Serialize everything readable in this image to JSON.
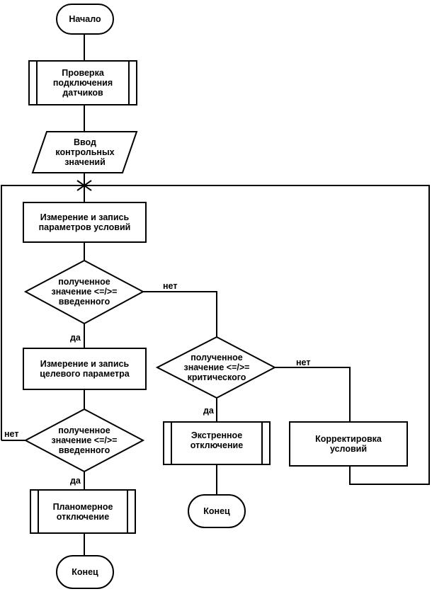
{
  "nodes": {
    "start": "Начало",
    "check_sensors": "Проверка\nподключения\nдатчиков",
    "input_values": "Ввод\nконтрольных\nзначений",
    "measure_conditions": "Измерение и запись\nпараметров условий",
    "decision_1": "полученное\nзначение <=/>=\nвведенного",
    "measure_target": "Измерение и запись\nцелевого параметра",
    "decision_2": "полученное\nзначение <=/>=\nвведенного",
    "planned_shutdown": "Планомерное\nотключение",
    "end_left": "Конец",
    "decision_critical": "полученное\nзначение <=/>=\nкритического",
    "emergency_shutdown": "Экстренное\nотключение",
    "end_middle": "Конец",
    "correct_conditions": "Корректировка\nусловий"
  },
  "edges": {
    "d1_no": "нет",
    "d1_yes": "да",
    "d2_no": "нет",
    "d2_yes": "да",
    "crit_no": "нет",
    "crit_yes": "да"
  },
  "colors": {
    "stroke": "#000000",
    "fill": "#ffffff"
  }
}
